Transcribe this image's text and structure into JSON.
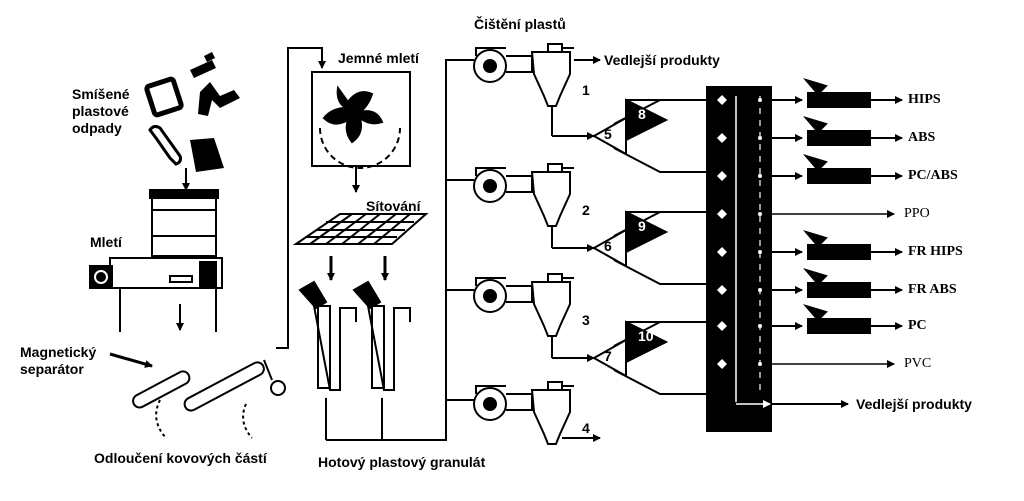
{
  "labels": {
    "mixed_waste": "Smíšené\nplastové\nodpady",
    "milling": "Mletí",
    "fine_milling": "Jemné mletí",
    "sieving": "Sítování",
    "magnetic_separator": "Magnetický\nseparátor",
    "metal_separation": "Odloučení kovových částí",
    "granulate": "Hotový plastový granulát",
    "cleaning": "Čištění plastů",
    "byproducts_top": "Vedlejší produkty",
    "byproducts_bottom": "Vedlejší produkty"
  },
  "cyclone_numbers": [
    "1",
    "2",
    "3",
    "4"
  ],
  "separator_numbers": [
    "5",
    "6",
    "7"
  ],
  "separator_inner_numbers": [
    "8",
    "9",
    "10"
  ],
  "products": [
    "HIPS",
    "ABS",
    "PC/ABS",
    "PPO",
    "FR HIPS",
    "FR ABS",
    "PC",
    "PVC"
  ],
  "products_with_extruder": [
    true,
    true,
    true,
    false,
    true,
    true,
    true,
    false
  ]
}
